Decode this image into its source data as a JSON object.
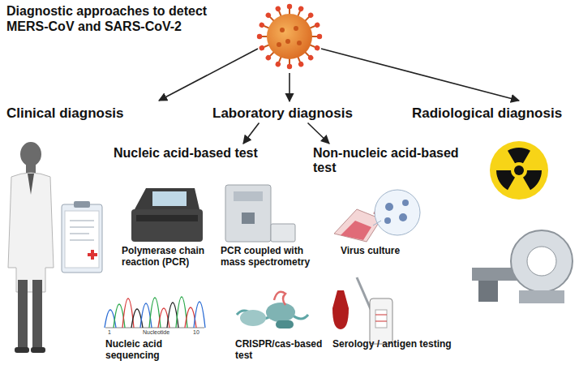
{
  "diagram": {
    "title": "Diagnostic approaches to detect MERS-CoV and SARS-CoV-2",
    "nodes": [
      {
        "text": [
          "Clinical diagnosis"
        ]
      },
      {
        "text": [
          "Laboratory diagnosis"
        ]
      },
      {
        "text": [
          "Radiological diagnosis"
        ]
      },
      {
        "text": [
          "Nucleic acid-based test"
        ]
      },
      {
        "text": [
          "Non-nucleic acid-based test"
        ]
      },
      {
        "text": [
          "Polymerase chain reaction (PCR)"
        ]
      },
      {
        "text": [
          "PCR coupled with mass spectrometry"
        ]
      },
      {
        "text": [
          "Nucleic acid sequencing"
        ]
      },
      {
        "text": [
          "CRISPR/cas-based test"
        ]
      },
      {
        "text": [
          "Virus culture"
        ]
      },
      {
        "text": [
          "Serology / antigen testing"
        ]
      }
    ],
    "edges": [
      {
        "from": 1,
        "to": 3,
        "arrow": "to"
      },
      {
        "from": 1,
        "to": 4,
        "arrow": "to"
      }
    ],
    "labels": [
      "1",
      "Nucleotide",
      "10"
    ]
  }
}
